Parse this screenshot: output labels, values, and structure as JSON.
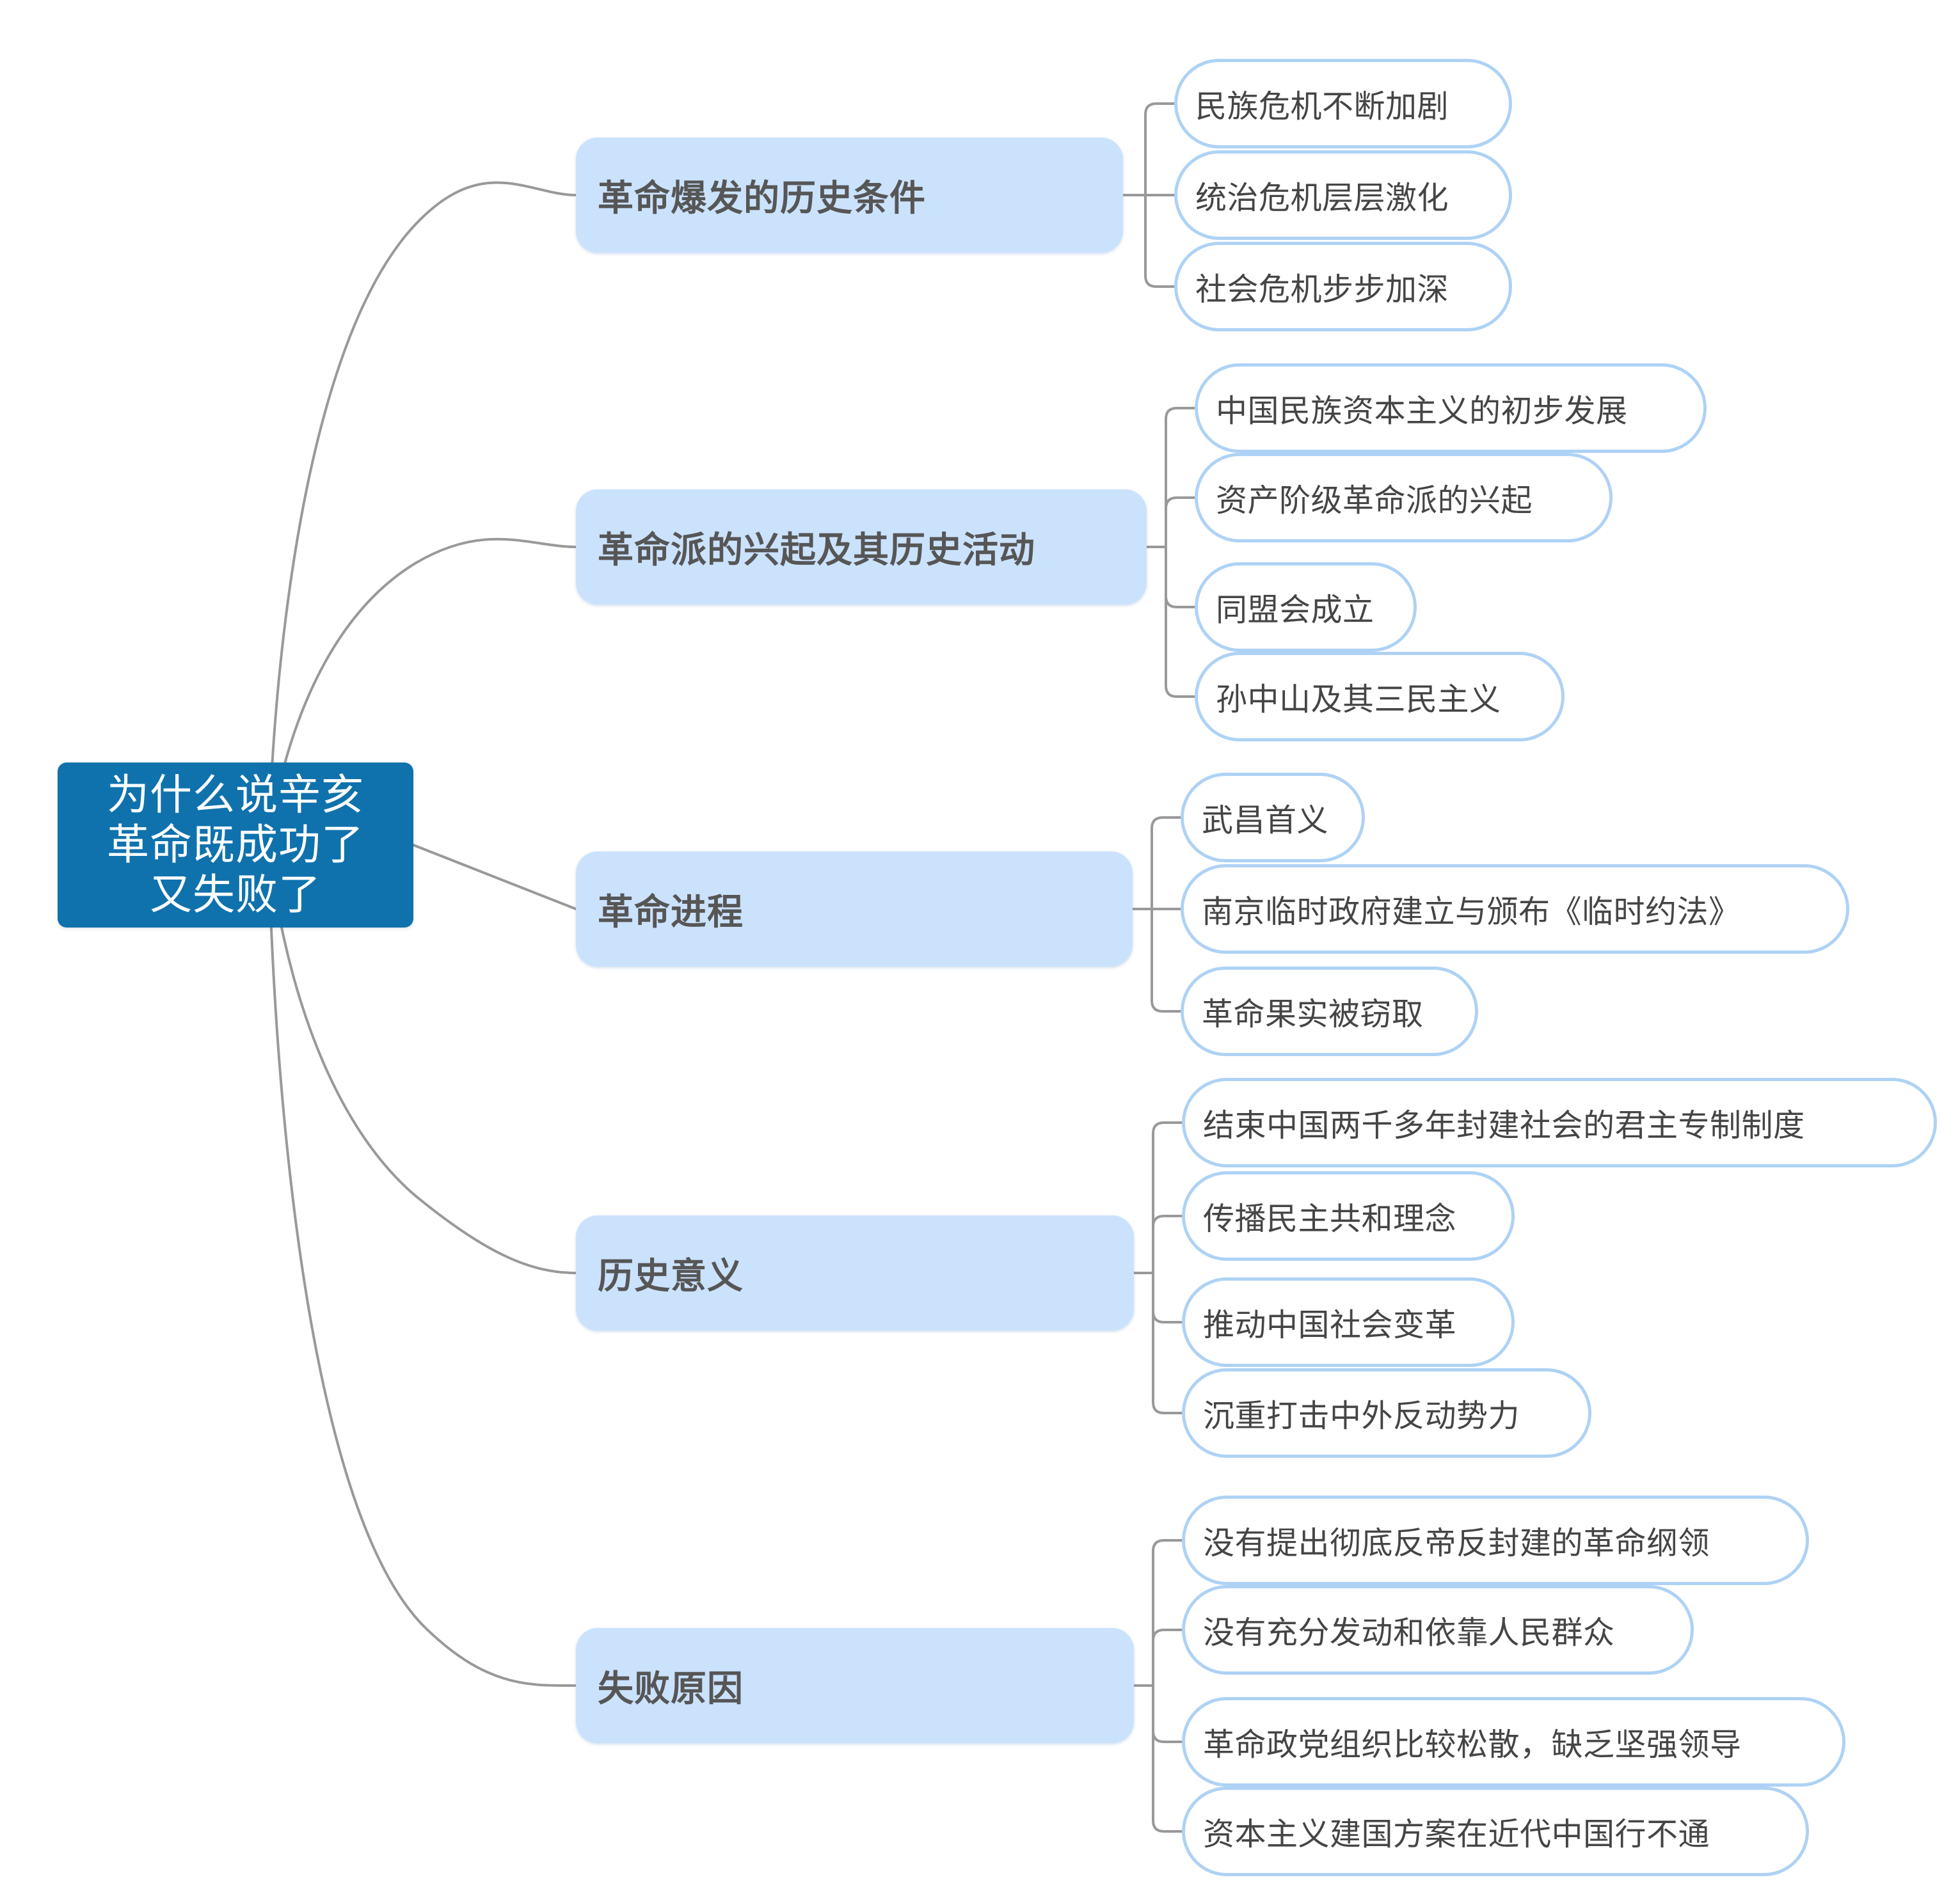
{
  "diagram": {
    "type": "mind-map",
    "title": "为什么说辛亥革命既成功了又失败了",
    "orientation": "left-to-right",
    "colors": {
      "root_fill": "#0f72ad",
      "root_text": "#ffffff",
      "branch_fill": "#cbe2fd",
      "branch_text": "#565656",
      "leaf_fill": "#ffffff",
      "leaf_border": "#aed2f5",
      "leaf_text": "#454545",
      "connector": "#999999",
      "background": "#ffffff"
    }
  },
  "root": {
    "label": "为什么说辛亥\n革命既成功了\n又失败了"
  },
  "branches": [
    {
      "label": "革命爆发的历史条件",
      "leaves": [
        {
          "label": "民族危机不断加剧"
        },
        {
          "label": "统治危机层层激化"
        },
        {
          "label": "社会危机步步加深"
        }
      ]
    },
    {
      "label": "革命派的兴起及其历史活动",
      "leaves": [
        {
          "label": "中国民族资本主义的初步发展"
        },
        {
          "label": "资产阶级革命派的兴起"
        },
        {
          "label": "同盟会成立"
        },
        {
          "label": "孙中山及其三民主义"
        }
      ]
    },
    {
      "label": "革命进程",
      "leaves": [
        {
          "label": "武昌首义"
        },
        {
          "label": "南京临时政府建立与颁布《临时约法》"
        },
        {
          "label": "革命果实被窃取"
        }
      ]
    },
    {
      "label": "历史意义",
      "leaves": [
        {
          "label": "结束中国两千多年封建社会的君主专制制度"
        },
        {
          "label": "传播民主共和理念"
        },
        {
          "label": "推动中国社会变革"
        },
        {
          "label": "沉重打击中外反动势力"
        }
      ]
    },
    {
      "label": "失败原因",
      "leaves": [
        {
          "label": "没有提出彻底反帝反封建的革命纲领"
        },
        {
          "label": "没有充分发动和依靠人民群众"
        },
        {
          "label": "革命政党组织比较松散，缺乏坚强领导"
        },
        {
          "label": "资本主义建国方案在近代中国行不通"
        }
      ]
    }
  ]
}
